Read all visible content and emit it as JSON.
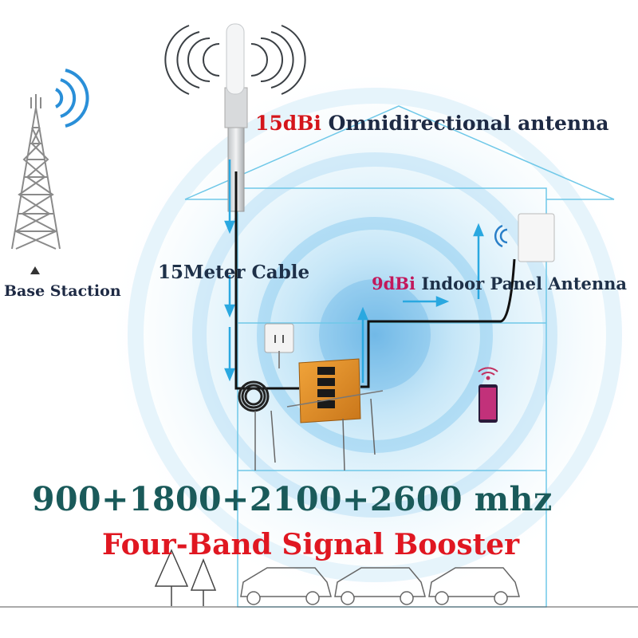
{
  "labels": {
    "outdoor_antenna_gain": "15dBi",
    "outdoor_antenna_name": " Omnidirectional antenna",
    "cable": "15Meter Cable",
    "indoor_antenna_gain": "9dBi",
    "indoor_antenna_name": " Indoor Panel Antenna",
    "base_station": "Base Staction",
    "bands": "900+1800+2100+2600 mhz",
    "product": "Four-Band Signal Booster"
  },
  "colors": {
    "signal_arrow": "#2aa8e0",
    "house_outline": "#6fc8e8",
    "tower": "#8a8a8a",
    "booster_body": "#e0901e",
    "product_text": "#e01721",
    "bands_text": "#1a5a5a",
    "gain_highlight": "#d4151b"
  }
}
